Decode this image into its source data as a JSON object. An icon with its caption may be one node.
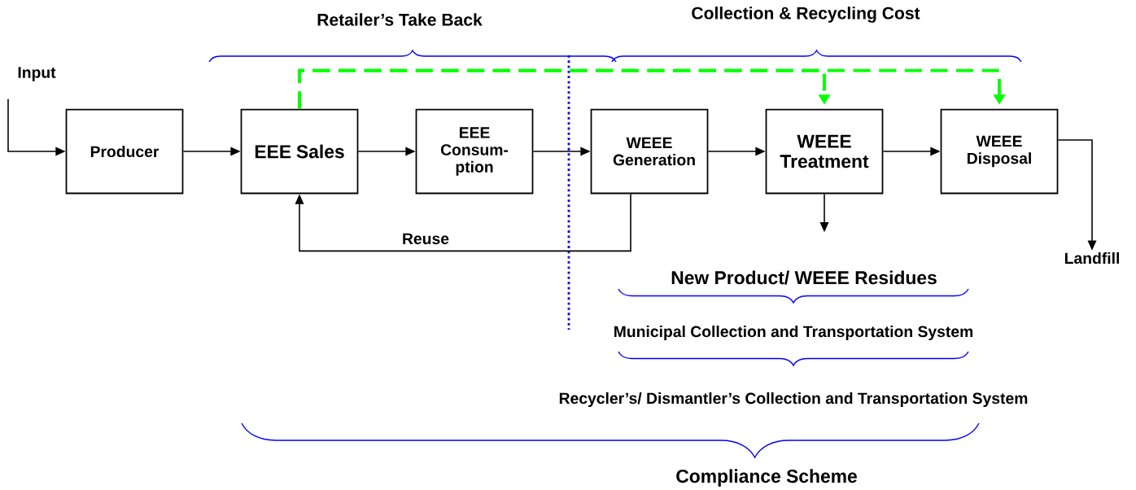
{
  "diagram": {
    "nodes": [
      {
        "text": [
          "Input"
        ]
      },
      {
        "text": [
          "Producer"
        ]
      },
      {
        "text": [
          "EEE Sales"
        ]
      },
      {
        "text": [
          "EEE Consum-ption"
        ]
      },
      {
        "text": [
          "WEEE Generation"
        ]
      },
      {
        "text": [
          "WEEE Treatment"
        ]
      },
      {
        "text": [
          "WEEE Disposal"
        ]
      },
      {
        "text": [
          "Landfill"
        ]
      }
    ],
    "edges": [
      {
        "from": 0,
        "to": 1,
        "arrow": "to"
      },
      {
        "from": 1,
        "to": 2,
        "arrow": "to"
      },
      {
        "from": 2,
        "to": 3,
        "arrow": "to"
      },
      {
        "from": 3,
        "to": 4,
        "arrow": "to"
      },
      {
        "from": 4,
        "to": 5,
        "arrow": "to"
      },
      {
        "from": 5,
        "to": 6,
        "arrow": "to"
      },
      {
        "from": 6,
        "to": 7,
        "arrow": "to"
      },
      {
        "from": 4,
        "to": 2,
        "arrow": "to",
        "label": "Reuse"
      },
      {
        "from": 2,
        "to": 5,
        "arrow": "to",
        "style": "dashed",
        "color": "#00ff00"
      },
      {
        "from": 2,
        "to": 6,
        "arrow": "to",
        "style": "dashed",
        "color": "#00ff00"
      },
      {
        "from": 5,
        "to": null,
        "arrow": "to"
      }
    ],
    "labels": [
      "Retailer’s Take Back",
      "Collection & Recycling Cost",
      "New Product/ WEEE Residues",
      "Municipal Collection and Transportation System",
      "Recycler’s/ Dismantler’s Collection and Transportation System",
      "Compliance Scheme"
    ]
  }
}
